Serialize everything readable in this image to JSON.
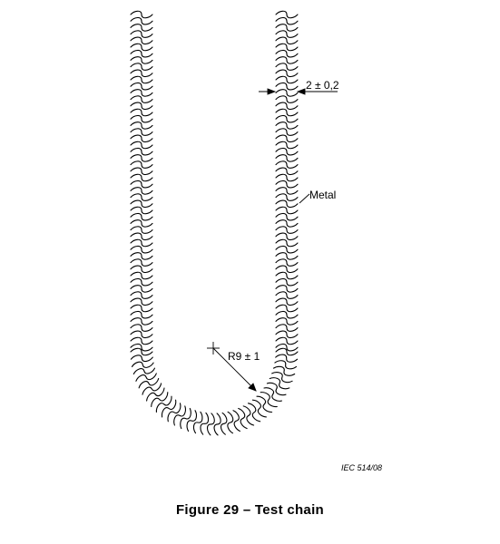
{
  "figure": {
    "dimension_label": "2 ± 0,2",
    "material_label": "Metal",
    "radius_label": "R9 ± 1",
    "reference_code": "IEC   514/08",
    "caption": "Figure 29 – Test chain"
  }
}
